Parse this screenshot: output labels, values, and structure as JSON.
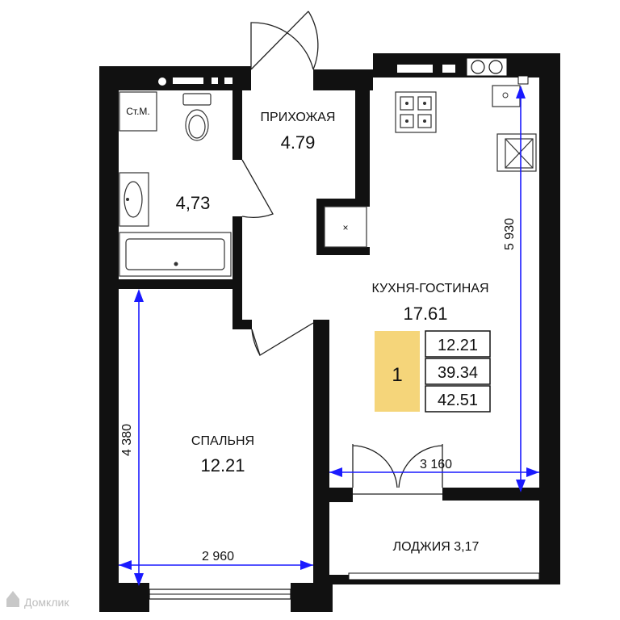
{
  "rooms": {
    "hallway": {
      "name": "ПРИХОЖАЯ",
      "area": "4.79"
    },
    "bathroom": {
      "name": "Ст.М.",
      "area": "4,73"
    },
    "kitchen_living": {
      "name": "КУХНЯ-ГОСТИНАЯ",
      "area": "17.61"
    },
    "bedroom": {
      "name": "СПАЛЬНЯ",
      "area": "12.21"
    },
    "loggia": {
      "label": "ЛОДЖИЯ 3,17"
    },
    "shaft": {
      "mark": "×"
    }
  },
  "summary": {
    "rooms_count": "1",
    "living_area": "12.21",
    "total_area": "39.34",
    "total_with_loggia": "42.51",
    "badge_color": "#f5d57a"
  },
  "dimensions": {
    "bedroom_height": "4 380",
    "bedroom_width": "2 960",
    "kitchen_height": "5 930",
    "kitchen_width": "3 160",
    "line_color": "#1a1aff"
  },
  "watermark": {
    "text": "Домклик"
  }
}
